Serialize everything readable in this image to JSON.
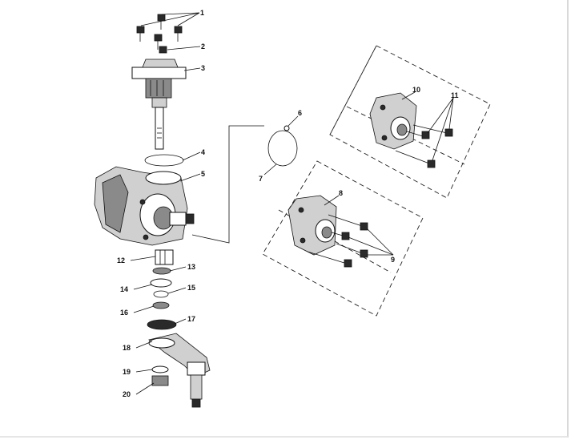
{
  "callouts": [
    "1",
    "2",
    "3",
    "4",
    "5",
    "6",
    "7",
    "8",
    "9",
    "10",
    "11",
    "12",
    "13",
    "14",
    "15",
    "16",
    "17",
    "18",
    "19",
    "20"
  ]
}
